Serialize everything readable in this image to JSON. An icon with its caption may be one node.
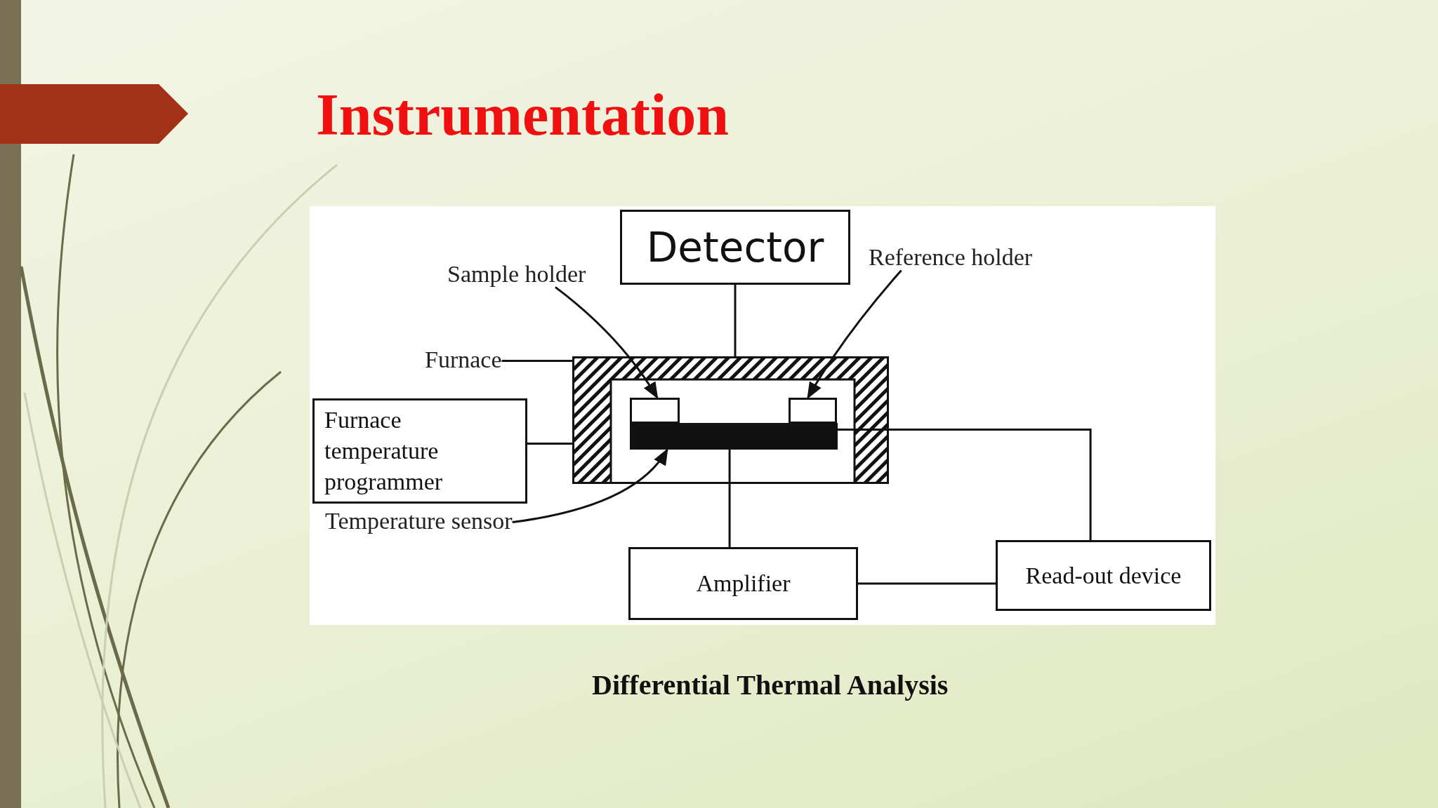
{
  "diagram": {
    "title": "Instrumentation",
    "caption": "Differential Thermal Analysis",
    "nodes": [
      {
        "text": [
          "Detector"
        ]
      },
      {
        "text": [
          "Sample holder"
        ]
      },
      {
        "text": [
          "Reference holder"
        ]
      },
      {
        "text": [
          "Furnace"
        ]
      },
      {
        "text": [],
        "shape": "box"
      },
      {
        "text": [],
        "shape": "box",
        "in": 4
      },
      {
        "text": [],
        "shape": "box",
        "in": 4
      },
      {
        "text": [],
        "shape": "bar",
        "in": 4
      },
      {
        "text": [
          "Furnace temperature programmer"
        ]
      },
      {
        "text": [
          "Temperature sensor"
        ]
      },
      {
        "text": [
          "Amplifier"
        ]
      },
      {
        "text": [
          "Read-out device"
        ]
      }
    ],
    "edges": [
      {
        "from": 0,
        "to": 4,
        "arrow": "none"
      },
      {
        "from": 1,
        "to": 5,
        "arrow": "to"
      },
      {
        "from": 2,
        "to": 6,
        "arrow": "to"
      },
      {
        "from": 3,
        "to": 4,
        "arrow": "none"
      },
      {
        "from": 8,
        "to": 4,
        "arrow": "none"
      },
      {
        "from": 9,
        "to": 7,
        "arrow": "to"
      },
      {
        "from": 7,
        "to": 10,
        "arrow": "none"
      },
      {
        "from": 7,
        "to": 11,
        "arrow": "none"
      },
      {
        "from": 10,
        "to": 11,
        "arrow": "none"
      }
    ]
  }
}
